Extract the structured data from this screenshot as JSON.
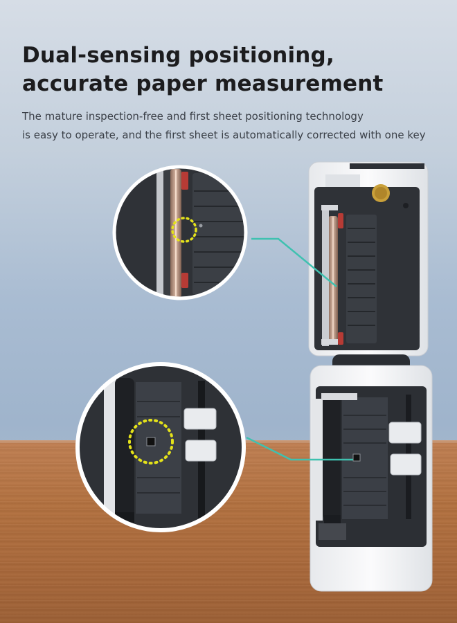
{
  "headline": {
    "line1": "Dual-sensing positioning,",
    "line2": "accurate paper measurement"
  },
  "subtext": {
    "line1": "The mature inspection-free and first sheet positioning technology",
    "line2": "is easy to operate, and the first sheet is automatically corrected with one key"
  },
  "colors": {
    "callout_line": "#3fc1b0",
    "sensor_highlight": "#e4e21a",
    "printer_shell": "#f4f5f7",
    "printer_interior": "#2b2e33"
  }
}
